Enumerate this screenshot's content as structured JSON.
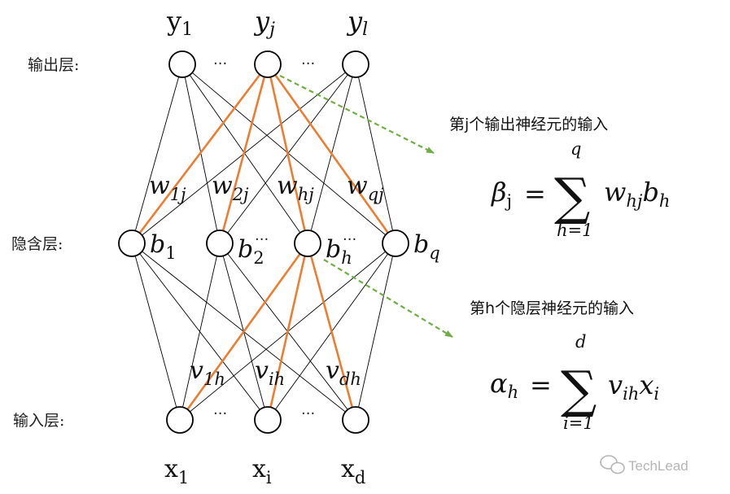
{
  "layers": {
    "output_label": "输出层:",
    "hidden_label": "隐含层:",
    "input_label": "输入层:"
  },
  "nodes": {
    "output": [
      {
        "sym": "y",
        "sub": "1",
        "italic": false
      },
      {
        "sym": "y",
        "sub": "j",
        "italic": true
      },
      {
        "sym": "y",
        "sub": "l",
        "italic": true
      }
    ],
    "hidden": [
      {
        "sym": "b",
        "sub": "1"
      },
      {
        "sym": "b",
        "sub": "2"
      },
      {
        "sym": "b",
        "sub": "h"
      },
      {
        "sym": "b",
        "sub": "q"
      }
    ],
    "input": [
      {
        "sym": "x",
        "sub": "1"
      },
      {
        "sym": "x",
        "sub": "i"
      },
      {
        "sym": "x",
        "sub": "d"
      }
    ],
    "ellipsis": "···"
  },
  "weights": {
    "w": [
      {
        "sym": "w",
        "sub": "1j"
      },
      {
        "sym": "w",
        "sub": "2j"
      },
      {
        "sym": "w",
        "sub": "hj"
      },
      {
        "sym": "w",
        "sub": "qj"
      }
    ],
    "v": [
      {
        "sym": "v",
        "sub": "1h"
      },
      {
        "sym": "v",
        "sub": "ih"
      },
      {
        "sym": "v",
        "sub": "dh"
      }
    ]
  },
  "annotations": {
    "output_caption": "第j个输出神经元的输入",
    "hidden_caption": "第h个隐层神经元的输入"
  },
  "formulas": {
    "beta": {
      "lhs_sym": "β",
      "lhs_sub": "j",
      "eq": "=",
      "sigma": "∑",
      "upper": "q",
      "lower": "h=1",
      "t1": "w",
      "t1_sub": "hj",
      "t2": "b",
      "t2_sub": "h"
    },
    "alpha": {
      "lhs_sym": "α",
      "lhs_sub": "h",
      "eq": "=",
      "sigma": "∑",
      "upper": "d",
      "lower": "i=1",
      "t1": "v",
      "t1_sub": "ih",
      "t2": "x",
      "t2_sub": "i"
    }
  },
  "colors": {
    "highlight": "#ed7d31",
    "arrow": "#70ad47",
    "edge": "#000000",
    "watermark": "#b5b5b5"
  },
  "watermark": {
    "icon": "wechat-icon",
    "text": "TechLead"
  }
}
